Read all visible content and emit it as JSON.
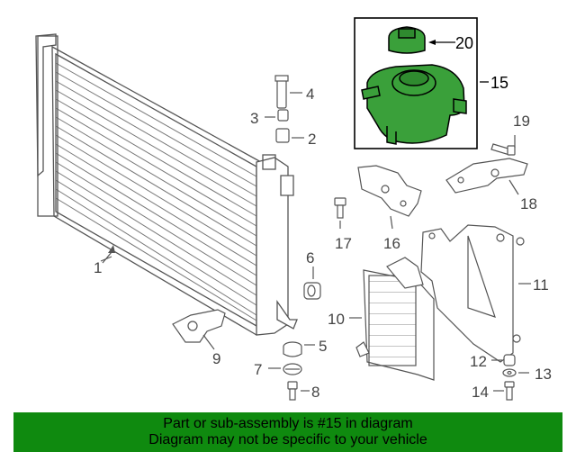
{
  "labels": {
    "p1": "1",
    "p2": "2",
    "p3": "3",
    "p4": "4",
    "p5": "5",
    "p6": "6",
    "p7": "7",
    "p8": "8",
    "p9": "9",
    "p10": "10",
    "p11": "11",
    "p12": "12",
    "p13": "13",
    "p14": "14",
    "p15": "15",
    "p16": "16",
    "p17": "17",
    "p18": "18",
    "p19": "19",
    "p20": "20"
  },
  "banner": {
    "line1": "Part or sub-assembly is #15 in diagram",
    "line2": "Diagram may not be specific to your vehicle"
  },
  "colors": {
    "highlight": "#3aa03a",
    "banner_bg": "#0f8a0f",
    "line": "#555555"
  }
}
